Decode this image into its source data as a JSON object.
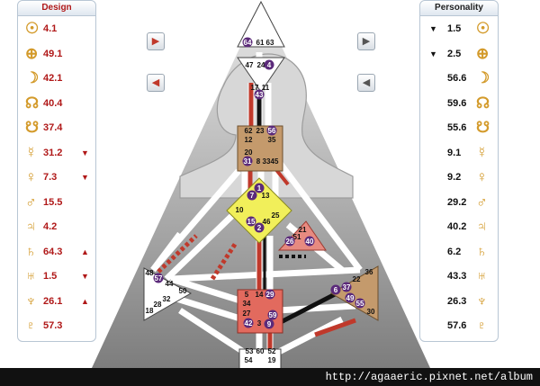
{
  "design": {
    "title": "Design",
    "rows": [
      {
        "glyph": "☉",
        "value": "4.1",
        "arrow": ""
      },
      {
        "glyph": "⊕",
        "value": "49.1",
        "arrow": ""
      },
      {
        "glyph": "☽",
        "value": "42.1",
        "arrow": ""
      },
      {
        "glyph": "☊",
        "value": "40.4",
        "arrow": ""
      },
      {
        "glyph": "☋",
        "value": "37.4",
        "arrow": ""
      },
      {
        "glyph": "☿",
        "value": "31.2",
        "arrow": "▼"
      },
      {
        "glyph": "♀",
        "value": "7.3",
        "arrow": "▼"
      },
      {
        "glyph": "♂",
        "value": "15.5",
        "arrow": ""
      },
      {
        "glyph": "♃",
        "value": "4.2",
        "arrow": ""
      },
      {
        "glyph": "♄",
        "value": "64.3",
        "arrow": "▲"
      },
      {
        "glyph": "♅",
        "value": "1.5",
        "arrow": "▼"
      },
      {
        "glyph": "♆",
        "value": "26.1",
        "arrow": "▲"
      },
      {
        "glyph": "♇",
        "value": "57.3",
        "arrow": ""
      }
    ]
  },
  "personality": {
    "title": "Personality",
    "rows": [
      {
        "glyph": "☉",
        "value": "1.5",
        "arrow": "▼"
      },
      {
        "glyph": "⊕",
        "value": "2.5",
        "arrow": "▼"
      },
      {
        "glyph": "☽",
        "value": "56.6",
        "arrow": ""
      },
      {
        "glyph": "☊",
        "value": "59.6",
        "arrow": ""
      },
      {
        "glyph": "☋",
        "value": "55.6",
        "arrow": ""
      },
      {
        "glyph": "☿",
        "value": "9.1",
        "arrow": ""
      },
      {
        "glyph": "♀",
        "value": "9.2",
        "arrow": ""
      },
      {
        "glyph": "♂",
        "value": "29.2",
        "arrow": ""
      },
      {
        "glyph": "♃",
        "value": "40.2",
        "arrow": ""
      },
      {
        "glyph": "♄",
        "value": "6.2",
        "arrow": ""
      },
      {
        "glyph": "♅",
        "value": "43.3",
        "arrow": ""
      },
      {
        "glyph": "♆",
        "value": "26.3",
        "arrow": ""
      },
      {
        "glyph": "♇",
        "value": "57.6",
        "arrow": ""
      }
    ]
  },
  "nav": {
    "design_next": "▶",
    "design_prev": "◀",
    "personality_next": "▶",
    "personality_prev": "◀"
  },
  "colors": {
    "design_red": "#c0392b",
    "personality_black": "#111111",
    "head_center": "#ffffff",
    "throat_center": "#c49a6c",
    "g_center": "#f1ef5a",
    "sacral_center": "#e26a5e",
    "spleen_center": "#ffffff",
    "solar_plexus_center": "#c49a6c",
    "heart_center": "#e78a80",
    "gate_badge": "#5b2a7a"
  },
  "gates": {
    "head": [
      "64",
      "61",
      "63"
    ],
    "ajna": [
      "47",
      "24",
      "4"
    ],
    "ajna_throat": [
      "17",
      "11"
    ],
    "throat_badge": "43",
    "throat": [
      "62",
      "23",
      "56",
      "12",
      "35",
      "20",
      "31",
      "8",
      "33",
      "45"
    ],
    "g": [
      "1",
      "7",
      "13",
      "10",
      "25",
      "15",
      "2",
      "46"
    ],
    "heart": [
      "21",
      "51",
      "26",
      "40"
    ],
    "spleen": [
      "48",
      "57",
      "44",
      "50",
      "32",
      "28",
      "18"
    ],
    "sacral": [
      "5",
      "14",
      "29",
      "34",
      "27",
      "42",
      "3",
      "59",
      "9"
    ],
    "solar": [
      "36",
      "22",
      "37",
      "6",
      "49",
      "55",
      "30"
    ],
    "root": [
      "53",
      "60",
      "52",
      "54",
      "19"
    ]
  },
  "url": "http://agaaeric.pixnet.net/album"
}
